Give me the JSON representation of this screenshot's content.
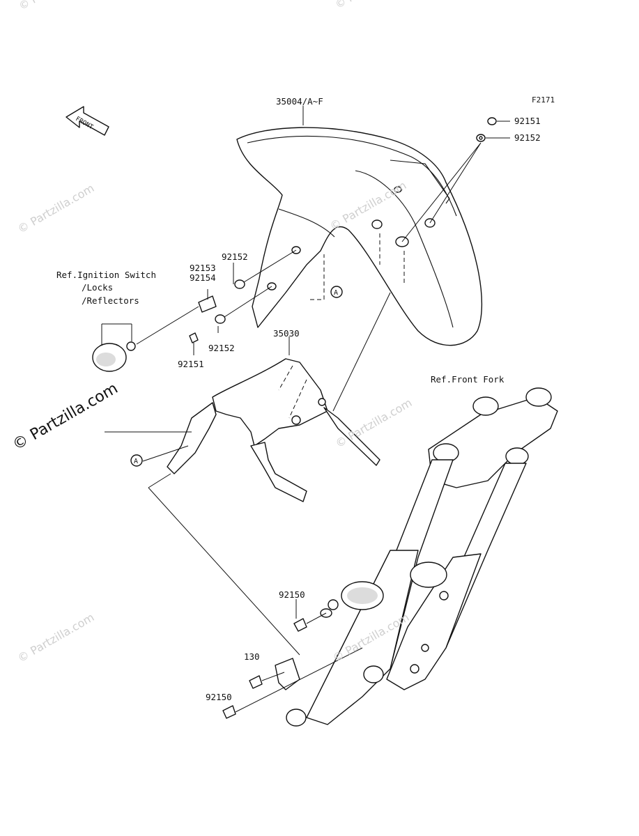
{
  "figure_code": "F2171",
  "front_arrow_text": "FRONT",
  "callouts": {
    "fender": "35004/A~F",
    "bolt_top": "92151",
    "washer_top": "92152",
    "washer_mid": "92152",
    "spacer_a": "92153",
    "spacer_b": "92154",
    "washer_low": "92152",
    "bolt_low": "92151",
    "bracket": "35030",
    "front_fork_ref": "Ref.Front Fork",
    "bolt_fork_upper": "92150",
    "bolt_130": "130",
    "bolt_fork_lower": "92150",
    "ref_marker_1": "A",
    "ref_marker_2": "A"
  },
  "reference_note": {
    "line1": "Ref.Ignition Switch",
    "line2": "/Locks",
    "line3": "/Reflectors"
  },
  "watermarks": {
    "text": "© Partzilla.com"
  }
}
